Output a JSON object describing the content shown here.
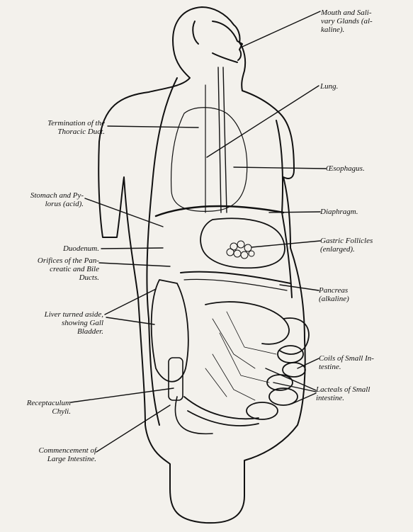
{
  "labels": {
    "mouth": "Mouth and Sali-\nvary Glands (al-\nkaline).",
    "lung": "Lung.",
    "thoracic": "Termination of the\nThoracic Duct.",
    "esophagus": "Œsophagus.",
    "stomach": "Stomach and Py-\nlorus (acid).",
    "diaphragm": "Diaphragm.",
    "duodenum": "Duodenum.",
    "gastric": "Gastric Follicles\n(enlarged).",
    "orifices": "Orifices of the Pan-\ncreatic and Bile\nDucts.",
    "pancreas": "Pancreas\n(alkaline)",
    "liver": "Liver turned aside,\nshowing Gall\nBladder.",
    "coils": "Coils of Small In-\ntestine.",
    "lacteals": "Lacteals of Small\nintestine.",
    "receptaculum": "Receptaculum\nChyli.",
    "commencement": "Commencement of\nLarge Intestine."
  },
  "colors": {
    "ink": "#111111",
    "paper": "#f3f1ec"
  }
}
